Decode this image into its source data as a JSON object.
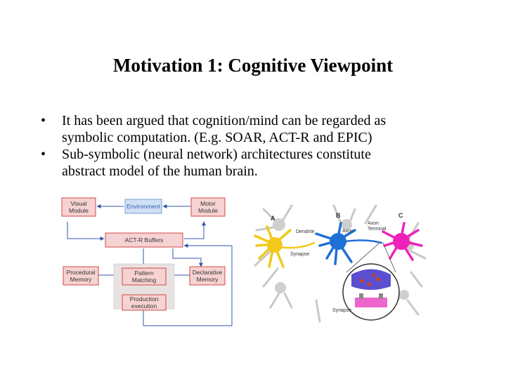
{
  "slide": {
    "title": "Motivation 1: Cognitive Viewpoint",
    "bullets": [
      {
        "symbol": "•",
        "lines": [
          "It has been argued that cognition/mind can be regarded as",
          "symbolic computation. (E.g. SOAR, ACT-R and EPIC)"
        ]
      },
      {
        "symbol": "•",
        "lines": [
          "Sub-symbolic (neural network) architectures constitute",
          "abstract model of the human brain."
        ]
      }
    ]
  },
  "actr_diagram": {
    "visual_module": [
      "Visual",
      "Module"
    ],
    "environment": "Environment",
    "motor_module": [
      "Motor",
      "Module"
    ],
    "buffers": "ACT-R Buffers",
    "procedural_memory": [
      "Procedural",
      "Memory"
    ],
    "pattern_matching": [
      "Pattern",
      "Matching"
    ],
    "declarative_memory": [
      "Declarative",
      "Memory"
    ],
    "production_execution": [
      "Production",
      "execution"
    ],
    "colors": {
      "box_fill": "#f6d2d2",
      "box_stroke": "#d04848",
      "env_fill": "#cfe0f5",
      "env_text": "#3366aa",
      "arrow": "#2f55b0"
    }
  },
  "neuron_figure": {
    "label_a": "A",
    "label_b": "B",
    "label_c": "C",
    "dendrite": "Dendrite",
    "axon": "Axon",
    "axon_terminal": [
      "Axon",
      "Terminal"
    ],
    "synapse_left": "Synapse",
    "synapse_bottom": "Synapse",
    "colors": {
      "neuron_a": "#f2c81a",
      "neuron_b": "#1e6fd6",
      "neuron_c": "#ee22bb",
      "background_neurons": "#c8c8c8"
    }
  }
}
